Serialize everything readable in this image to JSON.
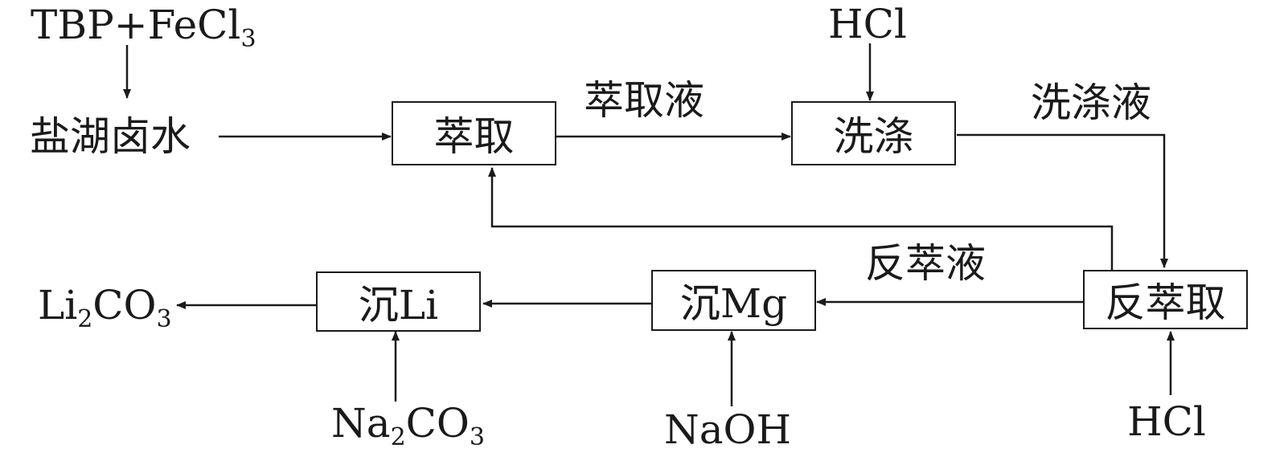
{
  "reagents": {
    "tbp_fecl3": {
      "base": "TBP+FeCl",
      "sub": "3"
    },
    "hcl_top": "HCl",
    "hcl_bottom": "HCl",
    "naoh": "NaOH",
    "na2co3": {
      "a": "Na",
      "sub1": "2",
      "b": "CO",
      "sub2": "3"
    }
  },
  "feed": "盐湖卤水",
  "product": {
    "a": "Li",
    "sub1": "2",
    "b": "CO",
    "sub2": "3"
  },
  "boxes": {
    "extraction": "萃取",
    "washing": "洗涤",
    "back_extraction": "反萃取",
    "precip_mg": "沉Mg",
    "precip_li": "沉Li"
  },
  "streams": {
    "extract_liquid": "萃取液",
    "wash_liquid": "洗涤液",
    "back_extract_liquid": "反萃液"
  },
  "colors": {
    "ink": "#1a1a1a",
    "background": "#ffffff"
  }
}
